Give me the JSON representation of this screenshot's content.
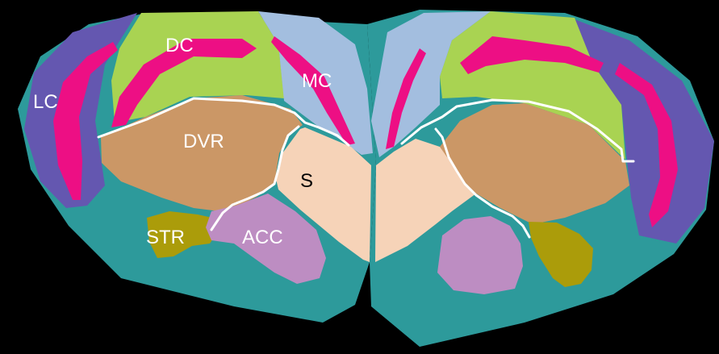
{
  "diagram": {
    "regions": [
      {
        "id": "LC",
        "label": "LC",
        "label_color": "#ffffff",
        "fill": "#6457b0"
      },
      {
        "id": "DC",
        "label": "DC",
        "label_color": "#ffffff",
        "fill": "#a9d352"
      },
      {
        "id": "MC",
        "label": "MC",
        "label_color": "#ffffff",
        "fill": "#a3bedf"
      },
      {
        "id": "DVR",
        "label": "DVR",
        "label_color": "#ffffff",
        "fill": "#cb9766"
      },
      {
        "id": "S",
        "label": "S",
        "label_color": "#000000",
        "fill": "#f6d3b8"
      },
      {
        "id": "STR",
        "label": "STR",
        "label_color": "#ffffff",
        "fill": "#ab9c0a"
      },
      {
        "id": "ACC",
        "label": "ACC",
        "label_color": "#ffffff",
        "fill": "#bd8dc2"
      }
    ],
    "colors": {
      "background": "#000000",
      "base_tissue": "#2d9a9b",
      "cell_layer": "#ed0f84",
      "boundary_line": "#ffffff"
    }
  }
}
